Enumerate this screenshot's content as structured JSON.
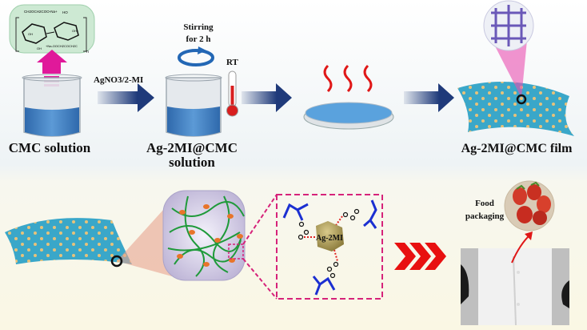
{
  "top_row": {
    "step1_label": "CMC solution",
    "reagent_label": "AgNO3/2-MI",
    "stirring_line1": "Stirring",
    "stirring_line2": "for 2 h",
    "temperature_label": "RT",
    "step2_label_line1": "Ag-2MI@CMC",
    "step2_label_line2": "solution",
    "step4_label": "Ag-2MI@CMC film",
    "structure_text": {
      "group1": "CH2OCH2COO-Na+",
      "group2": "HO",
      "group3": "OH",
      "group4": "OH",
      "group5": "OH",
      "group6": "+Na-OOCH2COCH2C",
      "repeat": "n"
    }
  },
  "bottom_row": {
    "particle_label": "Ag-2MI",
    "application_line1": "Food",
    "application_line2": "packaging"
  },
  "colors": {
    "arrow_navy": "#1f3a7a",
    "solution_blue": "#3f7fc4",
    "film_teal": "#3aa7c9",
    "accent_magenta": "#d6237a",
    "chevron_red": "#e81010",
    "polymer_green": "#1f9a3a",
    "particle_orange": "#e8742a",
    "ligand_blue": "#1b2fd1"
  }
}
